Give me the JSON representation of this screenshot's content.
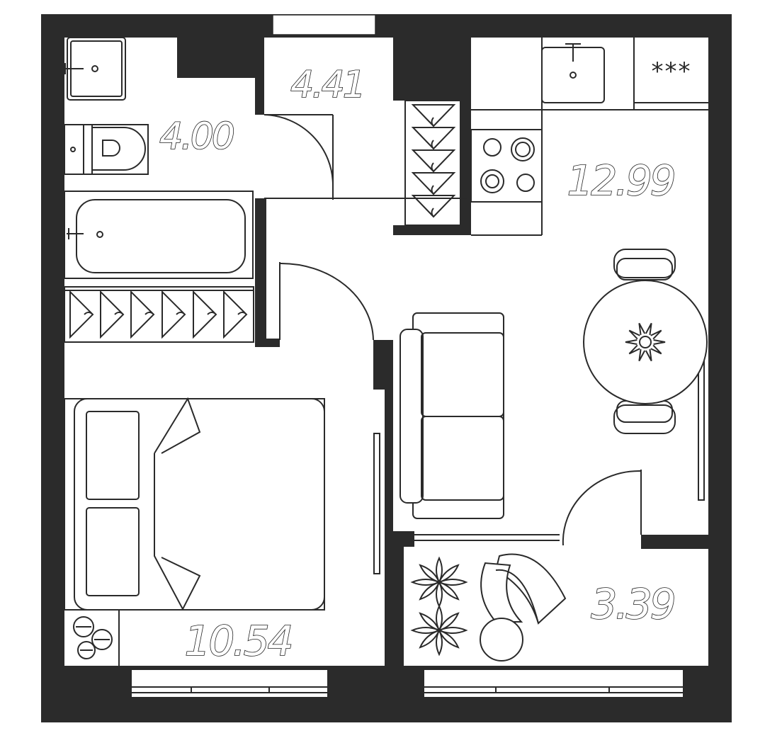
{
  "plan": {
    "rooms": [
      {
        "id": "bathroom",
        "area": "4.00"
      },
      {
        "id": "hall",
        "area": "4.41"
      },
      {
        "id": "kitchen-living",
        "area": "12.99"
      },
      {
        "id": "bedroom",
        "area": "10.54"
      },
      {
        "id": "balcony",
        "area": "3.39"
      }
    ],
    "hob_marker": "***",
    "colors": {
      "wall": "#2b2b2b",
      "line": "#2a2a2a",
      "background": "#ffffff"
    }
  }
}
